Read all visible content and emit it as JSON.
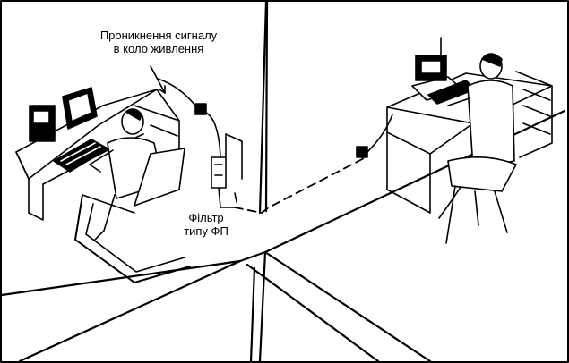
{
  "labels": {
    "signal_line1": "Проникнення сигналу",
    "signal_line2": "в коло живлення",
    "filter_line1": "Фільтр",
    "filter_line2": "типу ФП"
  },
  "colors": {
    "ink": "#000000",
    "paper": "#ffffff"
  },
  "icons": [
    "computer-monitor-icon",
    "printer-icon",
    "office-chair-icon",
    "power-outlet-icon",
    "power-filter-icon"
  ]
}
